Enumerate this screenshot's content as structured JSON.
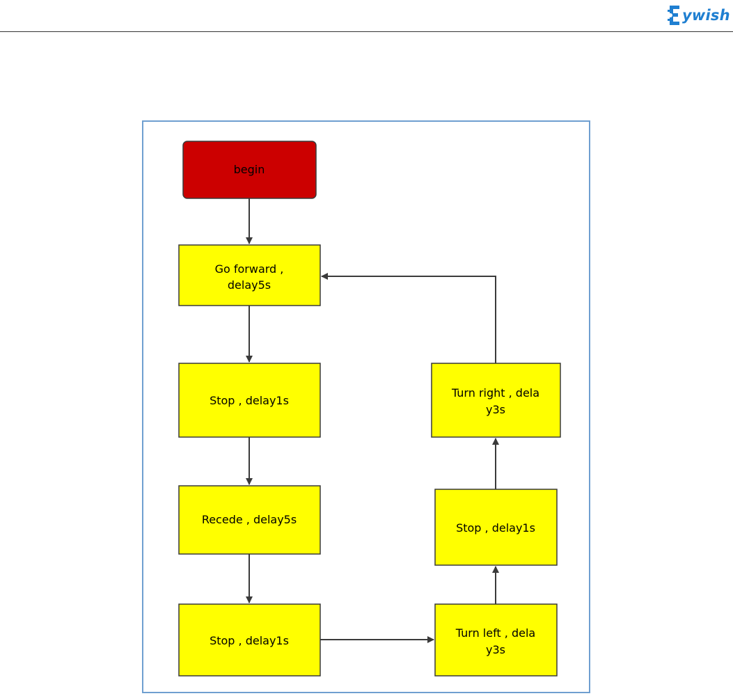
{
  "header": {
    "logo_text": "ywish",
    "logo_color": "#1f7fd1"
  },
  "flowchart": {
    "colors": {
      "start_fill": "#cc0000",
      "process_fill": "#ffff00",
      "stroke": "#3a3a3a",
      "frame": "#6f9fd0"
    },
    "nodes": {
      "begin": {
        "lines": [
          "begin"
        ]
      },
      "go_forward": {
        "lines": [
          "Go forward ,",
          "delay5s"
        ]
      },
      "stop_1": {
        "lines": [
          "Stop , delay1s"
        ]
      },
      "recede": {
        "lines": [
          "Recede , delay5s"
        ]
      },
      "stop_2": {
        "lines": [
          "Stop , delay1s"
        ]
      },
      "turn_left": {
        "lines": [
          "Turn left , dela",
          "y3s"
        ]
      },
      "stop_3": {
        "lines": [
          "Stop , delay1s"
        ]
      },
      "turn_right": {
        "lines": [
          "Turn right , dela",
          "y3s"
        ]
      }
    },
    "edges": [
      {
        "from": "begin",
        "to": "go_forward"
      },
      {
        "from": "go_forward",
        "to": "stop_1"
      },
      {
        "from": "stop_1",
        "to": "recede"
      },
      {
        "from": "recede",
        "to": "stop_2"
      },
      {
        "from": "stop_2",
        "to": "turn_left"
      },
      {
        "from": "turn_left",
        "to": "stop_3"
      },
      {
        "from": "stop_3",
        "to": "turn_right"
      },
      {
        "from": "turn_right",
        "to": "go_forward"
      }
    ]
  }
}
